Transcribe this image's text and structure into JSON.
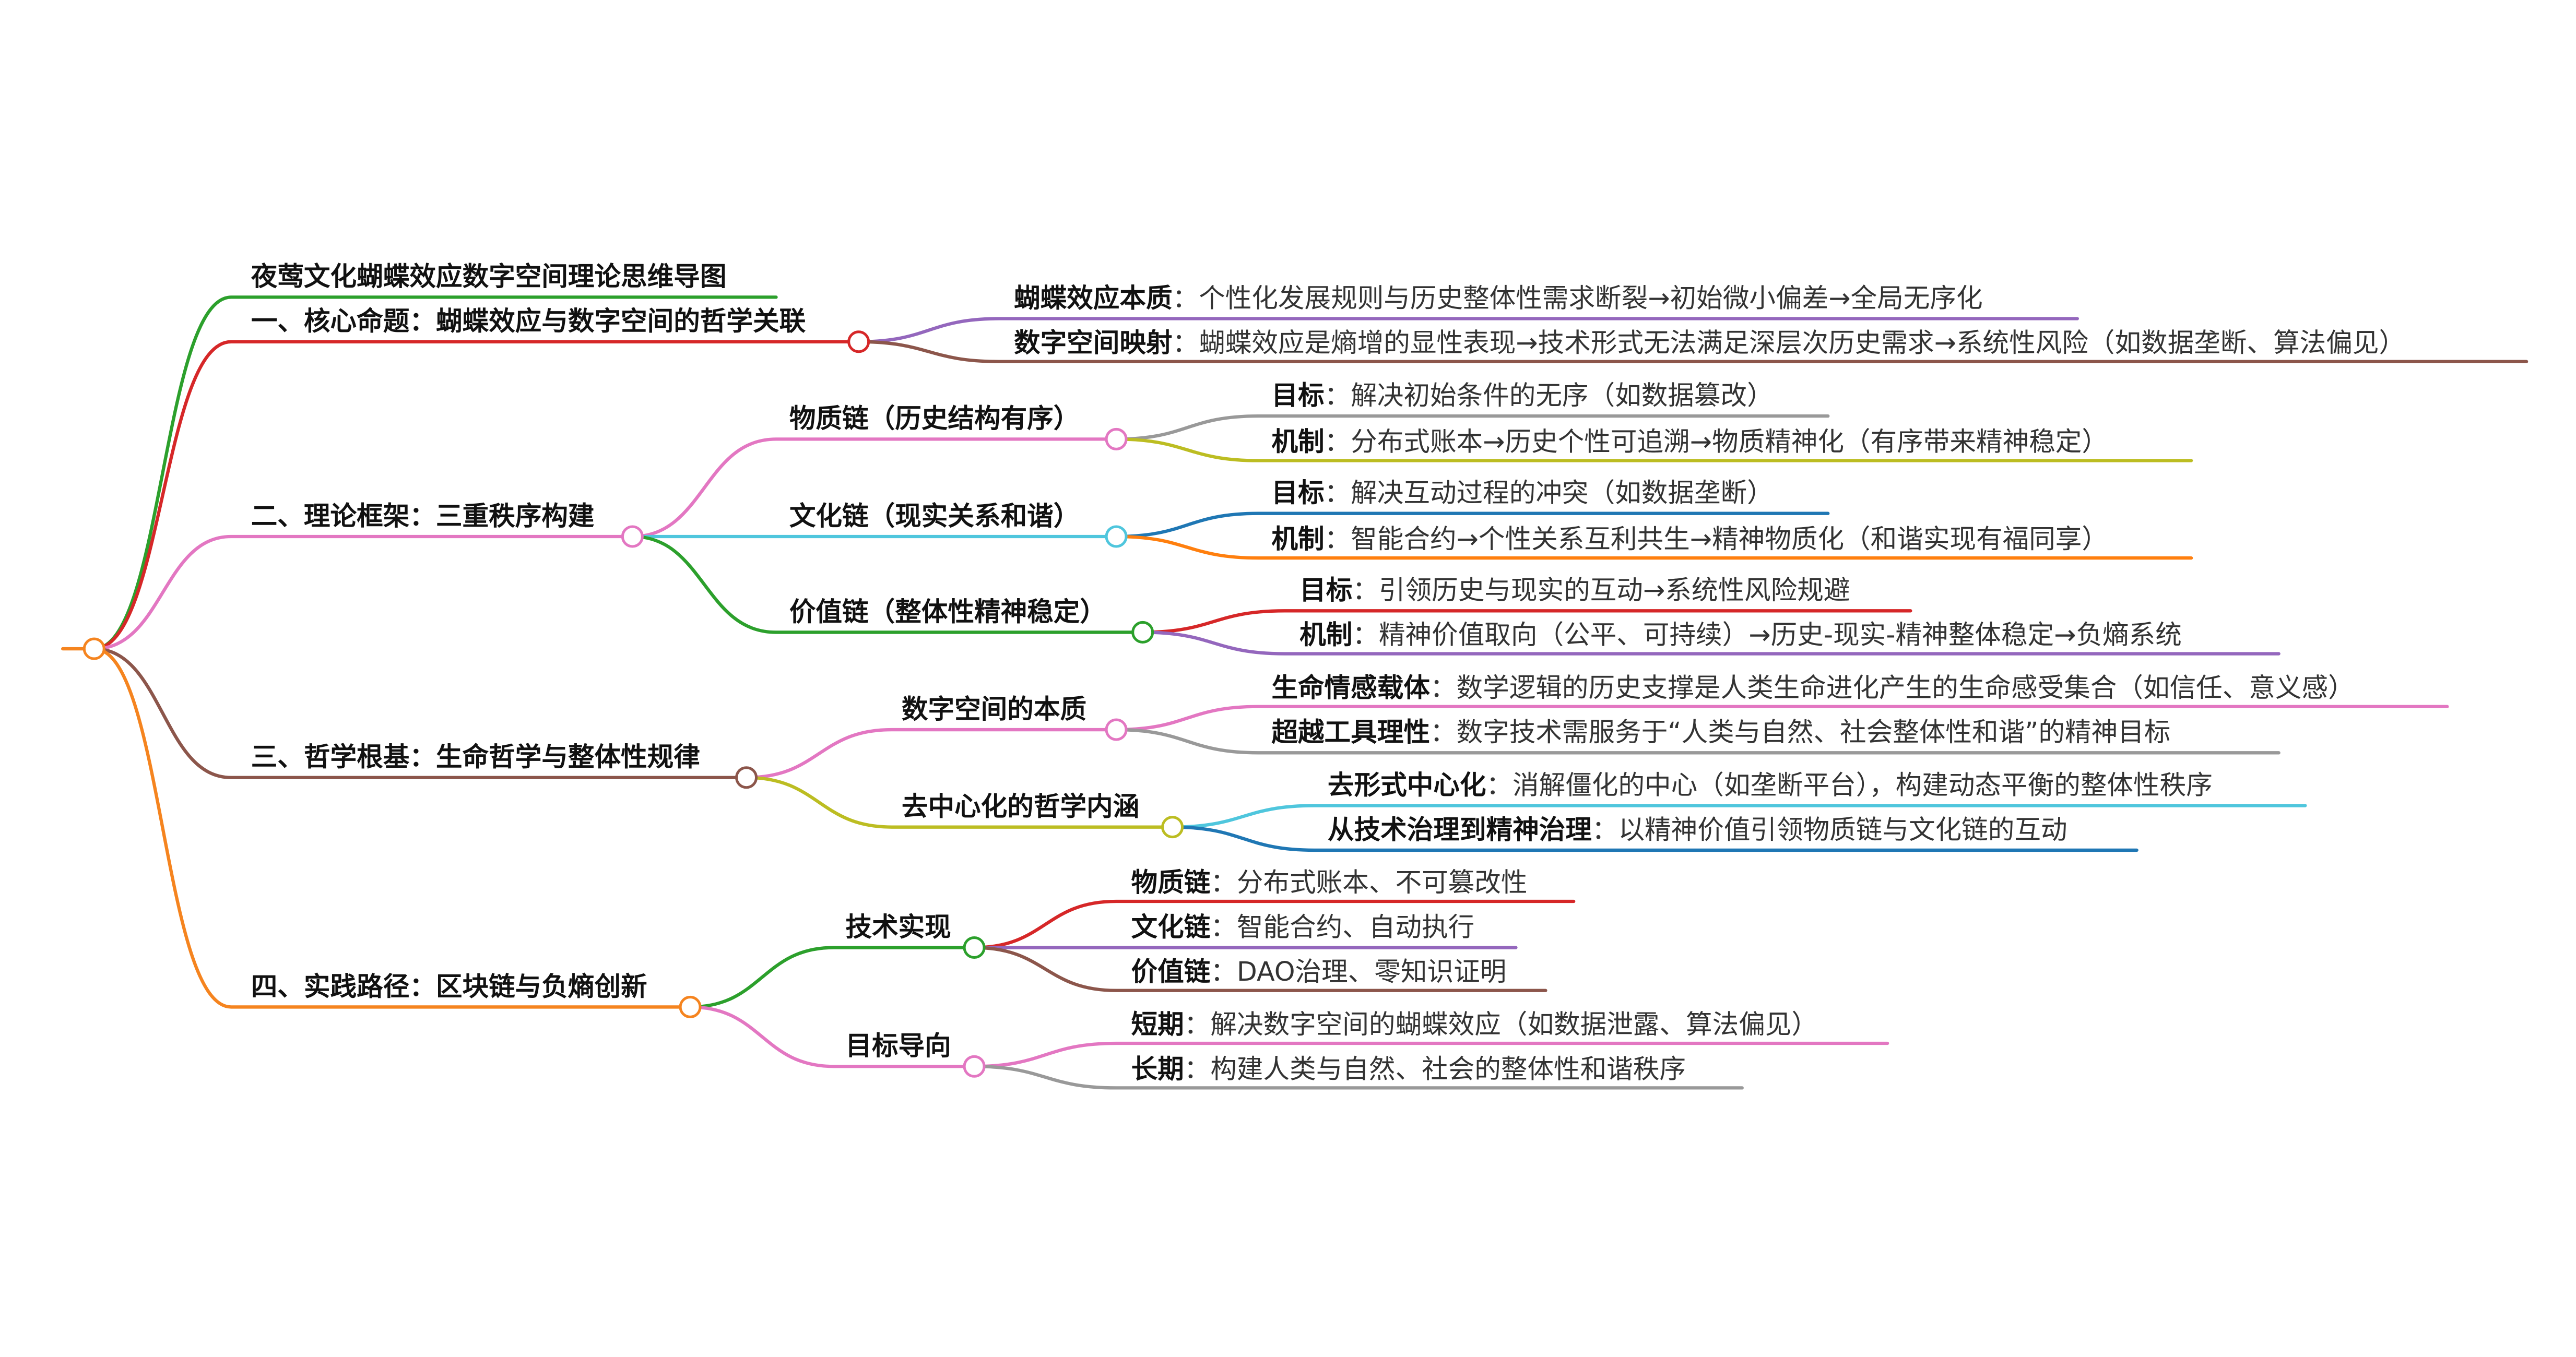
{
  "title": "夜莺文化蝴蝶效应数字空间理论思维导图",
  "branches": [
    {
      "label": "一、核心命题：蝴蝶效应与数字空间的哲学关联",
      "children": [
        {
          "label": "蝴蝶效应本质",
          "text": "：个性化发展规则与历史整体性需求断裂→初始微小偏差→全局无序化"
        },
        {
          "label": "数字空间映射",
          "text": "：蝴蝶效应是熵增的显性表现→技术形式无法满足深层次历史需求→系统性风险（如数据垄断、算法偏见）"
        }
      ]
    },
    {
      "label": "二、理论框架：三重秩序构建",
      "subs": [
        {
          "label": "物质链（历史结构有序）",
          "children": [
            {
              "label": "目标",
              "text": "：解决初始条件的无序（如数据篡改）"
            },
            {
              "label": "机制",
              "text": "：分布式账本→历史个性可追溯→物质精神化（有序带来精神稳定）"
            }
          ]
        },
        {
          "label": "文化链（现实关系和谐）",
          "children": [
            {
              "label": "目标",
              "text": "：解决互动过程的冲突（如数据垄断）"
            },
            {
              "label": "机制",
              "text": "：智能合约→个性关系互利共生→精神物质化（和谐实现有福同享）"
            }
          ]
        },
        {
          "label": "价值链（整体性精神稳定）",
          "children": [
            {
              "label": "目标",
              "text": "：引领历史与现实的互动→系统性风险规避"
            },
            {
              "label": "机制",
              "text": "：精神价值取向（公平、可持续）→历史-现实-精神整体稳定→负熵系统"
            }
          ]
        }
      ]
    },
    {
      "label": "三、哲学根基：生命哲学与整体性规律",
      "subs": [
        {
          "label": "数字空间的本质",
          "children": [
            {
              "label": "生命情感载体",
              "text": "：数学逻辑的历史支撑是人类生命进化产生的生命感受集合（如信任、意义感）"
            },
            {
              "label": "超越工具理性",
              "text": "：数字技术需服务于“人类与自然、社会整体性和谐”的精神目标"
            }
          ]
        },
        {
          "label": "去中心化的哲学内涵",
          "children": [
            {
              "label": "去形式中心化",
              "text": "：消解僵化的中心（如垄断平台），构建动态平衡的整体性秩序"
            },
            {
              "label": "从技术治理到精神治理",
              "text": "：以精神价值引领物质链与文化链的互动"
            }
          ]
        }
      ]
    },
    {
      "label": "四、实践路径：区块链与负熵创新",
      "subs": [
        {
          "label": "技术实现",
          "children": [
            {
              "label": "物质链",
              "text": "：分布式账本、不可篡改性"
            },
            {
              "label": "文化链",
              "text": "：智能合约、自动执行"
            },
            {
              "label": "价值链",
              "text": "：DAO治理、零知识证明"
            }
          ]
        },
        {
          "label": "目标导向",
          "children": [
            {
              "label": "短期",
              "text": "：解决数字空间的蝴蝶效应（如数据泄露、算法偏见）"
            },
            {
              "label": "长期",
              "text": "：构建人类与自然、社会的整体性和谐秩序"
            }
          ]
        }
      ]
    }
  ]
}
